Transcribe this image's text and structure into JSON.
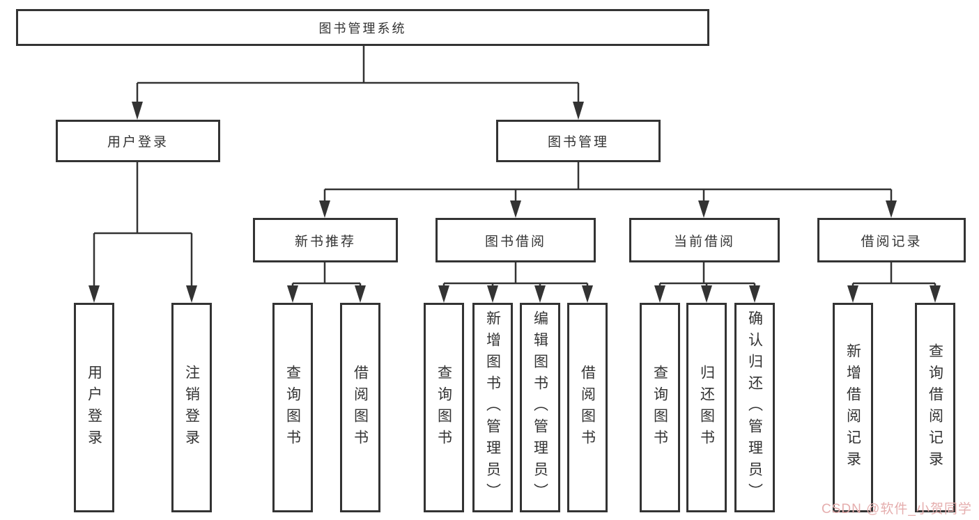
{
  "diagram": {
    "root": {
      "label": "图书管理系统"
    },
    "branches": [
      {
        "label": "用户登录",
        "children": [
          {
            "label": "用户登录"
          },
          {
            "label": "注销登录"
          }
        ]
      },
      {
        "label": "图书管理",
        "children": [
          {
            "label": "新书推荐",
            "children": [
              {
                "label": "查询图书"
              },
              {
                "label": "借阅图书"
              }
            ]
          },
          {
            "label": "图书借阅",
            "children": [
              {
                "label": "查询图书"
              },
              {
                "label": "新增图书（管理员）"
              },
              {
                "label": "编辑图书（管理员）"
              },
              {
                "label": "借阅图书"
              }
            ]
          },
          {
            "label": "当前借阅",
            "children": [
              {
                "label": "查询图书"
              },
              {
                "label": "归还图书"
              },
              {
                "label": "确认归还（管理员）"
              }
            ]
          },
          {
            "label": "借阅记录",
            "children": [
              {
                "label": "新增借阅记录"
              },
              {
                "label": "查询借阅记录"
              }
            ]
          }
        ]
      }
    ]
  },
  "watermark": {
    "text": "CSDN @软件_小贺同学",
    "color": "#e5aeae"
  },
  "colors": {
    "line": "#333333",
    "text": "#333333",
    "box_background": "#ffffff",
    "page_background": "#ffffff"
  }
}
